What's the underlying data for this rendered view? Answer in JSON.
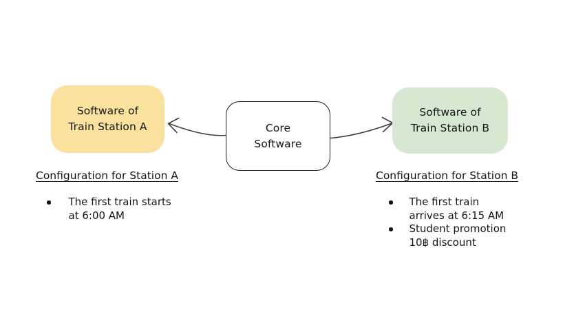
{
  "diagram": {
    "nodes": {
      "station_a": {
        "title_lines": [
          "Software of",
          "Train Station A"
        ],
        "fill": "#FAE19E"
      },
      "core": {
        "title_lines": [
          "Core",
          "Software"
        ],
        "fill": "#FFFFFF",
        "border": "#1C1C1C"
      },
      "station_b": {
        "title_lines": [
          "Software of",
          "Train Station B"
        ],
        "fill": "#D7E8D2"
      }
    },
    "edges": [
      {
        "from": "core",
        "to": "station_a",
        "direction": "left"
      },
      {
        "from": "core",
        "to": "station_b",
        "direction": "right"
      }
    ],
    "colors": {
      "arrow": "#3C3C3C",
      "text": "#151515",
      "background": "#FFFFFF"
    }
  },
  "config_a": {
    "heading": "Configuration for Station A",
    "items": [
      {
        "lines": [
          "The first train starts",
          "at 6:00 AM"
        ]
      }
    ]
  },
  "config_b": {
    "heading": "Configuration for Station B",
    "items": [
      {
        "lines": [
          "The first train",
          "arrives at 6:15 AM"
        ]
      },
      {
        "lines": [
          "Student promotion",
          "10฿ discount"
        ]
      }
    ]
  }
}
